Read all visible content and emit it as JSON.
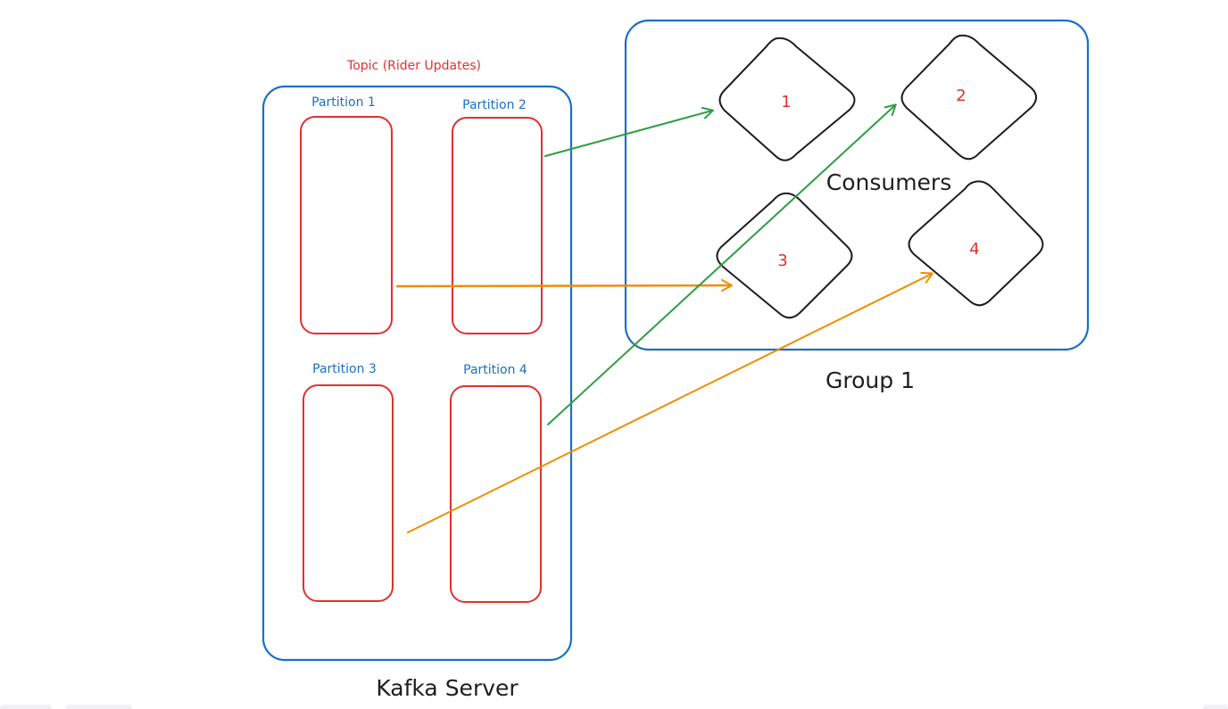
{
  "topic_label": "Topic (Rider Updates)",
  "server_label": "Kafka Server",
  "group_label": "Group 1",
  "consumers_label": "Consumers",
  "partitions": [
    {
      "label": "Partition 1"
    },
    {
      "label": "Partition 2"
    },
    {
      "label": "Partition 3"
    },
    {
      "label": "Partition 4"
    }
  ],
  "consumers": [
    {
      "label": "1"
    },
    {
      "label": "2"
    },
    {
      "label": "3"
    },
    {
      "label": "4"
    }
  ],
  "colors": {
    "blue": "#1971c2",
    "red": "#e03131",
    "green": "#2f9e44",
    "orange": "#f08c00",
    "black": "#1e1e1e",
    "text_dark": "#1e1e1e"
  }
}
